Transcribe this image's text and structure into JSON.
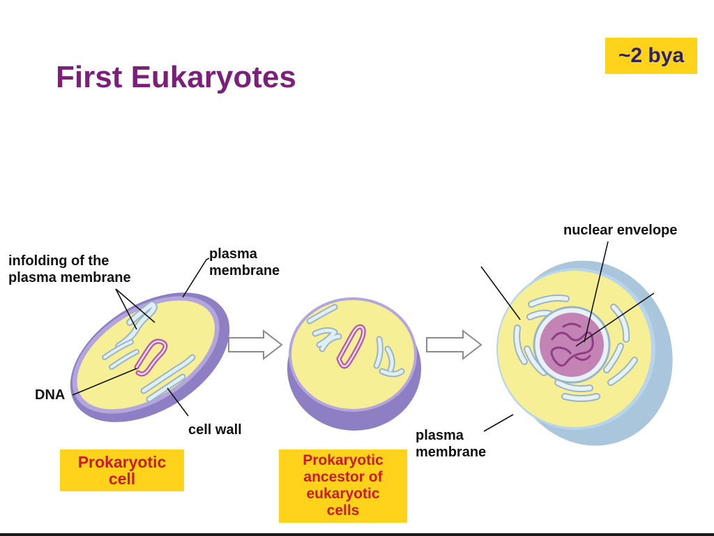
{
  "title": "First Eukaryotes",
  "era_badge": "~2 bya",
  "labels": {
    "infolding_line1": "infolding of the",
    "infolding_line2": "plasma membrane",
    "plasma_membrane_1_line1": "plasma",
    "plasma_membrane_1_line2": "membrane",
    "dna": "DNA",
    "cell_wall": "cell wall",
    "nuclear_envelope": "nuclear envelope",
    "plasma_membrane_3_line1": "plasma",
    "plasma_membrane_3_line2": "membrane"
  },
  "captions": {
    "prokaryotic_cell": [
      "Prokaryotic",
      "cell"
    ],
    "prokaryotic_ancestor": [
      "Prokaryotic",
      "ancestor of",
      "eukaryotic",
      "cells"
    ]
  },
  "colors": {
    "title": "#7b1f7b",
    "badge_bg": "#ffd21c",
    "caption_text": "#cc1b1b",
    "cytoplasm": "#f7ef96",
    "cell_wall": "#8e7fc4",
    "dna": "#b25aa4",
    "nucleus": "#c383b4",
    "membrane_fold": "#dfeff7"
  }
}
